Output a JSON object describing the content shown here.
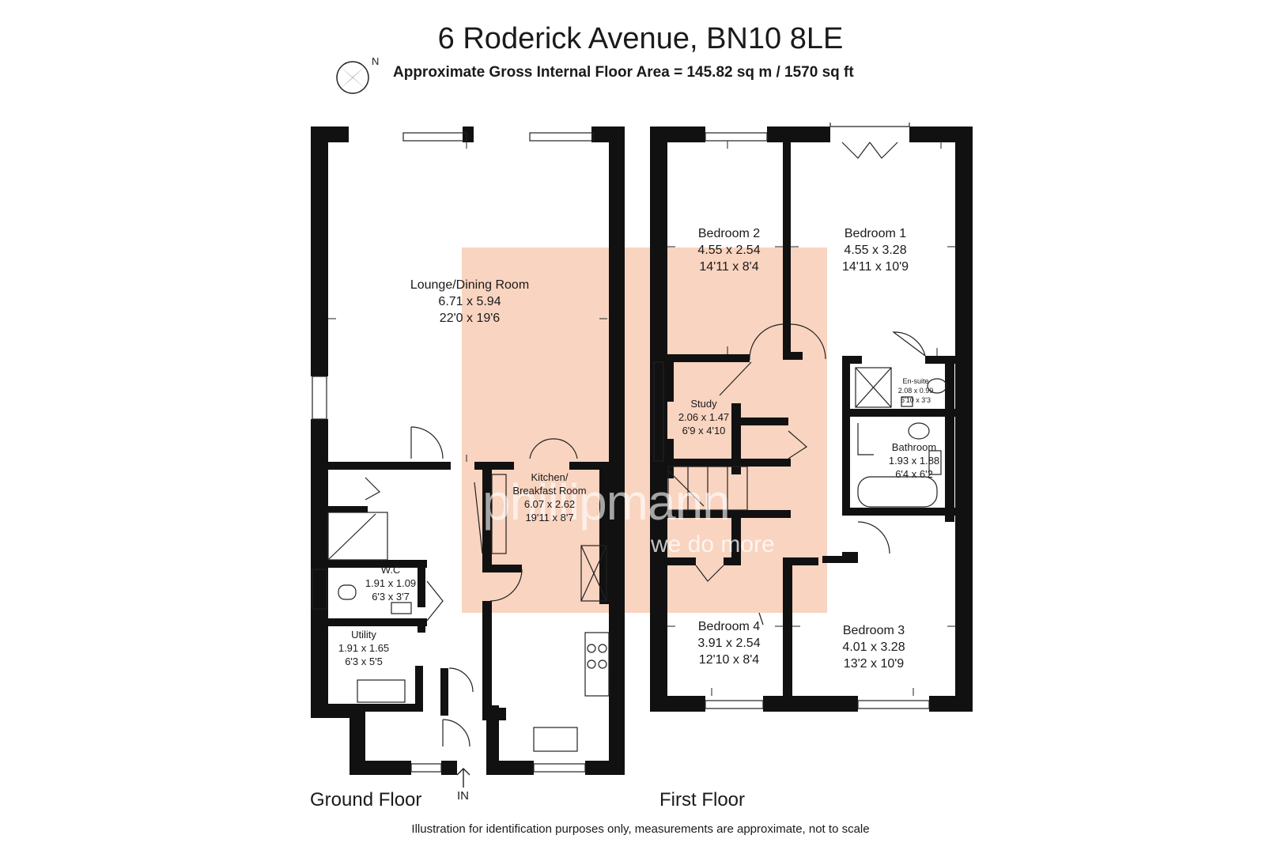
{
  "title": "6 Roderick Avenue, BN10 8LE",
  "subtitle": "Approximate Gross Internal Floor Area = 145.82 sq m / 1570 sq ft",
  "compass_label": "N",
  "floors": {
    "ground": "Ground Floor",
    "first": "First Floor"
  },
  "entrance_label": "IN",
  "disclaimer": "Illustration for identification purposes only, measurements are approximate, not to scale",
  "watermark": {
    "brand": "phillipmann",
    "tagline": "we do more",
    "color": "#f4b08c"
  },
  "rooms": {
    "lounge": {
      "name": "Lounge/Dining Room",
      "metric": "6.71 x 5.94",
      "imperial": "22'0 x 19'6"
    },
    "kitchen": {
      "name_1": "Kitchen/",
      "name_2": "Breakfast Room",
      "metric": "6.07 x 2.62",
      "imperial": "19'11 x 8'7"
    },
    "wc": {
      "name": "W.C",
      "metric": "1.91 x 1.09",
      "imperial": "6'3 x 3'7"
    },
    "utility": {
      "name": "Utility",
      "metric": "1.91 x 1.65",
      "imperial": "6'3 x 5'5"
    },
    "bedroom2": {
      "name": "Bedroom 2",
      "metric": "4.55 x 2.54",
      "imperial": "14'11 x 8'4"
    },
    "bedroom1": {
      "name": "Bedroom 1",
      "metric": "4.55 x 3.28",
      "imperial": "14'11 x 10'9"
    },
    "study": {
      "name": "Study",
      "metric": "2.06 x 1.47",
      "imperial": "6'9 x 4'10"
    },
    "ensuite": {
      "name": "En-suite",
      "metric": "2.08 x 0.99",
      "imperial": "6'10 x 3'3"
    },
    "bathroom": {
      "name": "Bathroom",
      "metric": "1.93 x 1.88",
      "imperial": "6'4 x 6'2"
    },
    "bedroom4": {
      "name": "Bedroom 4",
      "metric": "3.91 x 2.54",
      "imperial": "12'10 x 8'4"
    },
    "bedroom3": {
      "name": "Bedroom 3",
      "metric": "4.01 x 3.28",
      "imperial": "13'2 x 10'9"
    }
  }
}
